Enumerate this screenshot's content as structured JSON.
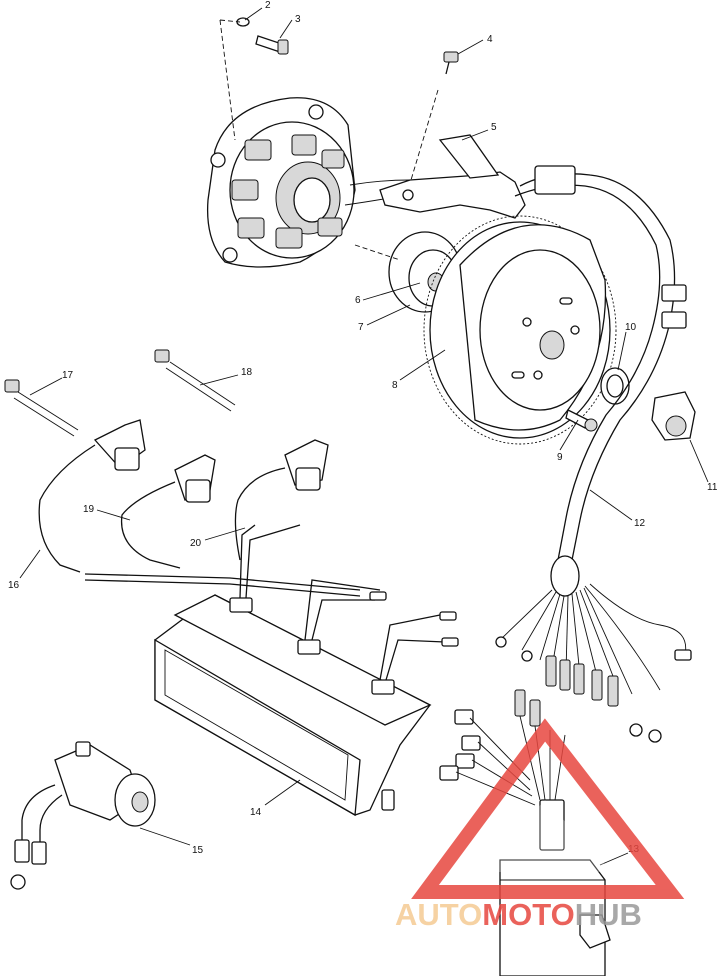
{
  "callouts": [
    {
      "id": "c2",
      "text": "2"
    },
    {
      "id": "c3",
      "text": "3"
    },
    {
      "id": "c4",
      "text": "4"
    },
    {
      "id": "c5",
      "text": "5"
    },
    {
      "id": "c6",
      "text": "6"
    },
    {
      "id": "c7",
      "text": "7"
    },
    {
      "id": "c8",
      "text": "8"
    },
    {
      "id": "c9",
      "text": "9"
    },
    {
      "id": "c10",
      "text": "10"
    },
    {
      "id": "c11",
      "text": "11"
    },
    {
      "id": "c12",
      "text": "12"
    },
    {
      "id": "c13",
      "text": "13"
    },
    {
      "id": "c14",
      "text": "14"
    },
    {
      "id": "c15",
      "text": "15"
    },
    {
      "id": "c16",
      "text": "16"
    },
    {
      "id": "c17",
      "text": "17"
    },
    {
      "id": "c18",
      "text": "18"
    },
    {
      "id": "c19",
      "text": "19"
    },
    {
      "id": "c20",
      "text": "20"
    }
  ],
  "watermark": {
    "part1": "AUTO",
    "part2": "MOTO",
    "part3": "HUB",
    "color_light": "#f5cb94",
    "color_red": "#e7473f",
    "color_gray": "#9a9a9a"
  }
}
